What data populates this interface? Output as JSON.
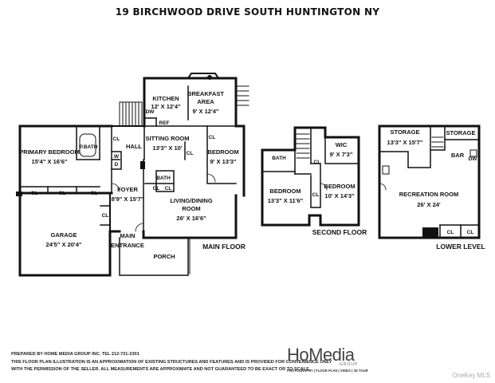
{
  "title": "19 BIRCHWOOD DRIVE SOUTH HUNTINGTON NY",
  "main_floor": {
    "name": "MAIN FLOOR",
    "kitchen": {
      "name": "KITCHEN",
      "dims": "12' X 12'4\""
    },
    "breakfast": {
      "name": "BREAKFAST",
      "name2": "AREA",
      "dims": "9' X 12'4\""
    },
    "dw": "DW",
    "ref": "REF",
    "primary_bedroom": {
      "name": "PRIMARY BEDROOM",
      "dims": "15'4\" X 16'6\""
    },
    "p_bath": "P.BATH",
    "cl": "CL",
    "hall": "HALL",
    "w": "W",
    "d": "D",
    "sitting_room": {
      "name": "SITTING ROOM",
      "dims": "13'3\" X 10'"
    },
    "bedroom": {
      "name": "BEDROOM",
      "dims": "9' X 13'3\""
    },
    "bath": "BATH",
    "foyer": {
      "name": "FOYER",
      "dims": "8'9\" X 15'7\""
    },
    "living": {
      "name": "LIVING/DINING",
      "name2": "ROOM",
      "dims": "26' X 16'6\""
    },
    "garage": {
      "name": "GARAGE",
      "dims": "24'5\" X 20'4\""
    },
    "entrance": {
      "name": "MAIN",
      "name2": "ENTRANCE"
    },
    "porch": "PORCH"
  },
  "second_floor": {
    "name": "SECOND FLOOR",
    "bath": "BATH",
    "wic": {
      "name": "WIC",
      "dims": "9' X 7'3\""
    },
    "cl": "CL",
    "bedroom1": {
      "name": "BEDROOM",
      "dims": "13'3\" X 11'6\""
    },
    "bedroom2": {
      "name": "BEDROOM",
      "dims": "10' X 14'3\""
    }
  },
  "lower_level": {
    "name": "LOWER LEVEL",
    "storage1": {
      "name": "STORAGE",
      "dims": "13'3\" X 15'7\""
    },
    "storage2": "STORAGE",
    "bar": "BAR",
    "dw": "DW",
    "rec_room": {
      "name": "RECREATION ROOM",
      "dims": "26' X 24'"
    },
    "cl": "CL"
  },
  "footer": {
    "line1": "PREPARED  BY  HOME MEDIA GROUP INC.  TEL 212-731-2301",
    "line2": "THIS FLOOR PLAN ILLUSTRATION IS AN APPROXIMATION OF EXISTING STRUCTURES AND FEATURES AND IS PROVIDED FOR CONVENIENCE ONLY",
    "line3": "WITH THE PERMISSION OF THE SELLER. ALL MEASUREMENTS ARE APPROXIMATE AND NOT GUARANTEED TO BE EXACT OR TO SCALE."
  },
  "logo": {
    "main": "HoMedia",
    "group": "GROUP",
    "tagline": "PHOTOGRAPHY | FLOOR PLAN | VIDEO | 3D TOUR"
  },
  "watermark": "OneKey MLS"
}
